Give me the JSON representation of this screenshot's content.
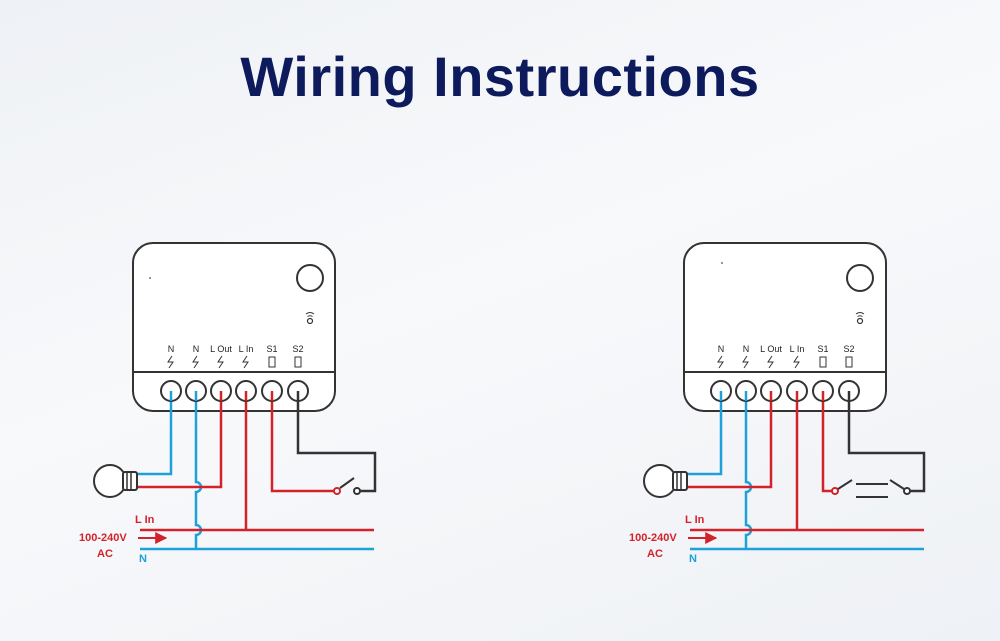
{
  "title": "Wiring Instructions",
  "terminals": [
    "N",
    "N",
    "L Out",
    "L In",
    "S1",
    "S2"
  ],
  "line_label": "L In",
  "neutral_label": "N",
  "voltage_label": "100-240V",
  "ac_label": "AC",
  "colors": {
    "live": "#d2222a",
    "neutral": "#1ea1d9",
    "switch": "#333333",
    "title": "#0d1a5c"
  },
  "diagrams": [
    {
      "switch_type": "single-switch"
    },
    {
      "switch_type": "two-way-switch"
    }
  ]
}
